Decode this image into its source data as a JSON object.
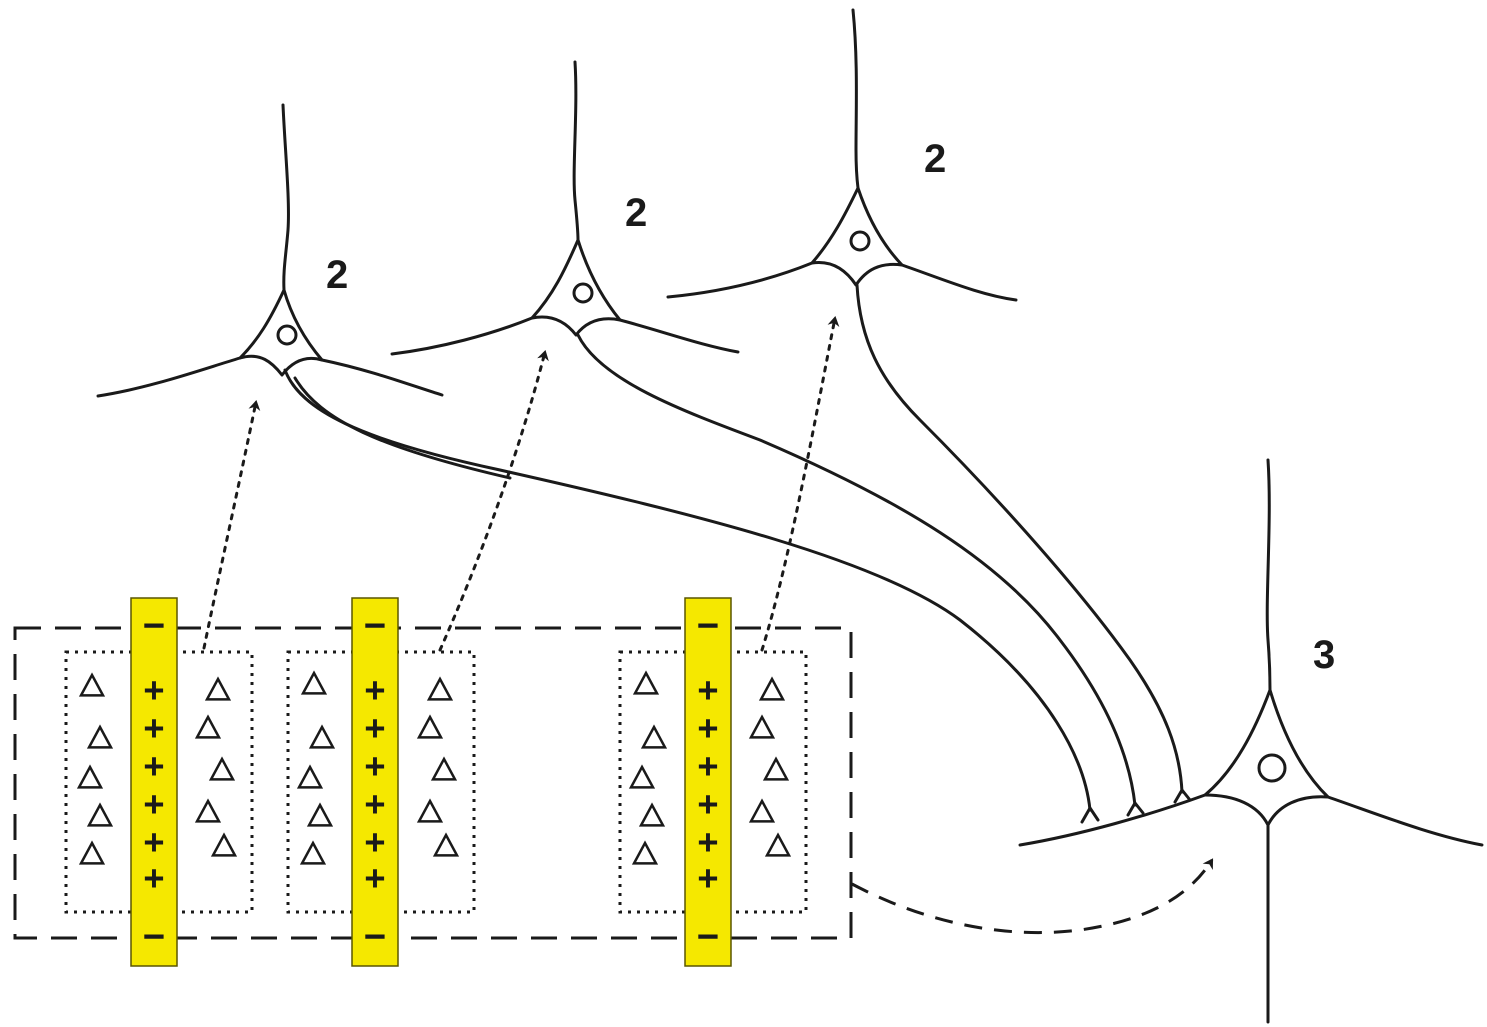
{
  "labels": {
    "neuron_a": "2",
    "neuron_b": "2",
    "neuron_c": "2",
    "target": "3"
  },
  "columns": [
    {
      "minus_top": "−",
      "plus": [
        "+",
        "+",
        "+",
        "+",
        "+",
        "+"
      ],
      "minus_bottom": "−"
    },
    {
      "minus_top": "−",
      "plus": [
        "+",
        "+",
        "+",
        "+",
        "+",
        "+"
      ],
      "minus_bottom": "−"
    },
    {
      "minus_top": "−",
      "plus": [
        "+",
        "+",
        "+",
        "+",
        "+",
        "+"
      ],
      "minus_bottom": "−"
    }
  ],
  "triangle_glyph": "△",
  "colors": {
    "column_fill": "#f5e800",
    "ink": "#1a1a1a",
    "background": "#ffffff"
  }
}
